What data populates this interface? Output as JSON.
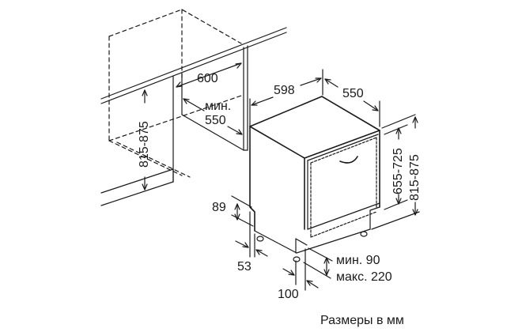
{
  "diagram": {
    "type": "installation-dimension-drawing",
    "subject": "built-in dishwasher under countertop",
    "units_caption": "Размеры в мм",
    "niche": {
      "width_label": "600",
      "min_depth_prefix": "мин.",
      "min_depth_value": "550",
      "height_label": "815-875"
    },
    "appliance": {
      "width_label": "598",
      "depth_label": "550",
      "door_height_label": "655-725",
      "total_height_label": "815-875"
    },
    "plinth": {
      "side_height_label": "89",
      "side_offset_label": "53",
      "front_offset_label": "100",
      "plinth_min": "мин. 90",
      "plinth_max": "макс. 220"
    },
    "colors": {
      "line": "#1a1a1a",
      "background": "#ffffff"
    }
  }
}
